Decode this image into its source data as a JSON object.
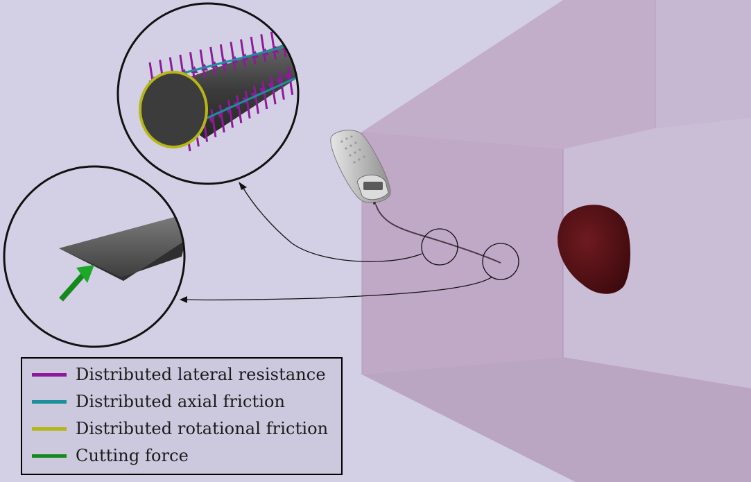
{
  "legend": {
    "items": [
      {
        "label": "Distributed lateral resistance",
        "color": "#8e1a9a"
      },
      {
        "label": "Distributed axial friction",
        "color": "#1b8f9c"
      },
      {
        "label": "Distributed rotational friction",
        "color": "#b7b617"
      },
      {
        "label": "Cutting force",
        "color": "#158a1c"
      }
    ]
  },
  "colors": {
    "background": "#d3d0e5",
    "tissue_box": "#b9a4c4",
    "target": "#5c1318",
    "needle_body": "#3a3a3a",
    "robot": "#c9c9c9"
  },
  "icons": {
    "lateral_arrows": "magenta-arrow",
    "cutting_arrow": "green-arrow"
  }
}
